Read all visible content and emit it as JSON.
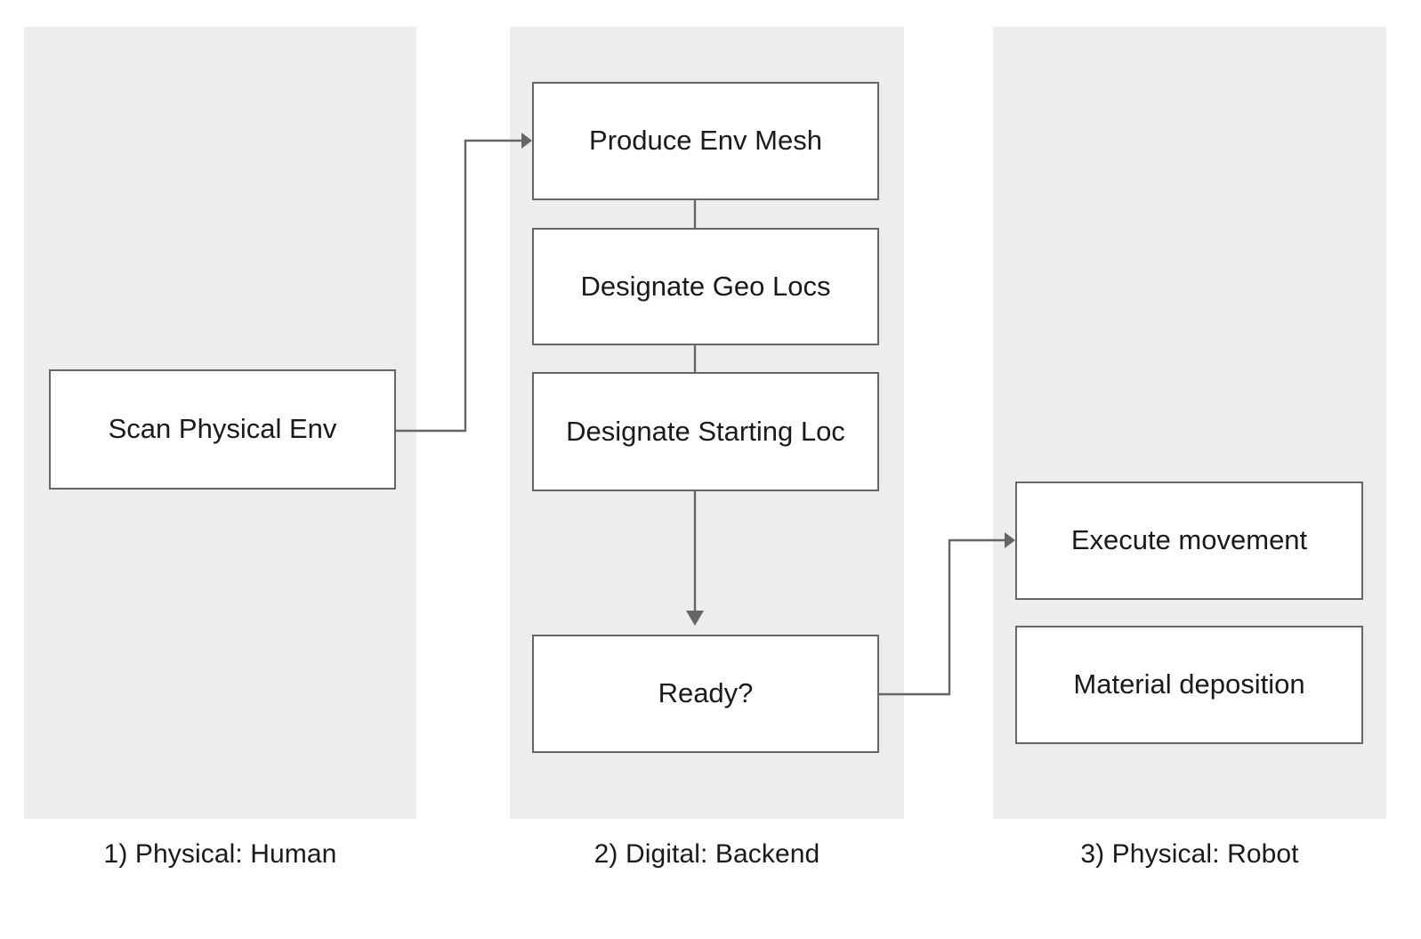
{
  "diagram": {
    "title": "Physical / Digital workflow swimlane diagram",
    "colors": {
      "lane_background": "#ededed",
      "node_background": "#ffffff",
      "node_border": "#666666",
      "connector": "#666666",
      "text": "#1a1a1a",
      "page_background": "#ffffff"
    },
    "lanes": [
      {
        "id": "lane-human",
        "label": "1) Physical: Human"
      },
      {
        "id": "lane-backend",
        "label": "2) Digital: Backend"
      },
      {
        "id": "lane-robot",
        "label": "3) Physical: Robot"
      }
    ],
    "nodes": [
      {
        "id": "scan-physical-env",
        "label": "Scan Physical Env",
        "lane": "lane-human"
      },
      {
        "id": "produce-env-mesh",
        "label": "Produce Env Mesh",
        "lane": "lane-backend"
      },
      {
        "id": "designate-geo-locs",
        "label": "Designate Geo Locs",
        "lane": "lane-backend"
      },
      {
        "id": "designate-starting-loc",
        "label": "Designate Starting Loc",
        "lane": "lane-backend"
      },
      {
        "id": "ready",
        "label": "Ready?",
        "lane": "lane-backend"
      },
      {
        "id": "execute-movement",
        "label": "Execute movement",
        "lane": "lane-robot"
      },
      {
        "id": "material-deposition",
        "label": "Material deposition",
        "lane": "lane-robot"
      }
    ],
    "edges": [
      {
        "id": "edge-scan-to-mesh",
        "from": "scan-physical-env",
        "to": "produce-env-mesh",
        "arrow": true
      },
      {
        "id": "edge-mesh-to-geo",
        "from": "produce-env-mesh",
        "to": "designate-geo-locs",
        "arrow": false
      },
      {
        "id": "edge-geo-to-start",
        "from": "designate-geo-locs",
        "to": "designate-starting-loc",
        "arrow": false
      },
      {
        "id": "edge-start-to-ready",
        "from": "designate-starting-loc",
        "to": "ready",
        "arrow": true
      },
      {
        "id": "edge-ready-to-execute",
        "from": "ready",
        "to": "execute-movement",
        "arrow": true
      }
    ]
  }
}
